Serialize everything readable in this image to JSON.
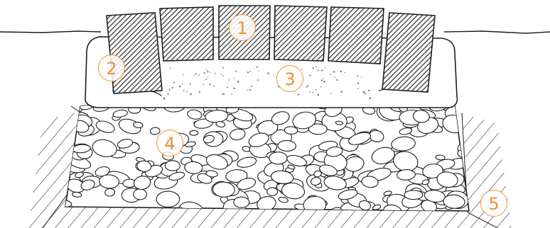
{
  "colors": {
    "line": "#1e1e1e",
    "paver": "#2a2a2a",
    "callout": "#f0902f",
    "background": "#ffffff"
  },
  "callouts": [
    {
      "id": "1",
      "label": "1"
    },
    {
      "id": "2",
      "label": "2"
    },
    {
      "id": "3",
      "label": "3"
    },
    {
      "id": "4",
      "label": "4"
    },
    {
      "id": "5",
      "label": "5"
    }
  ]
}
